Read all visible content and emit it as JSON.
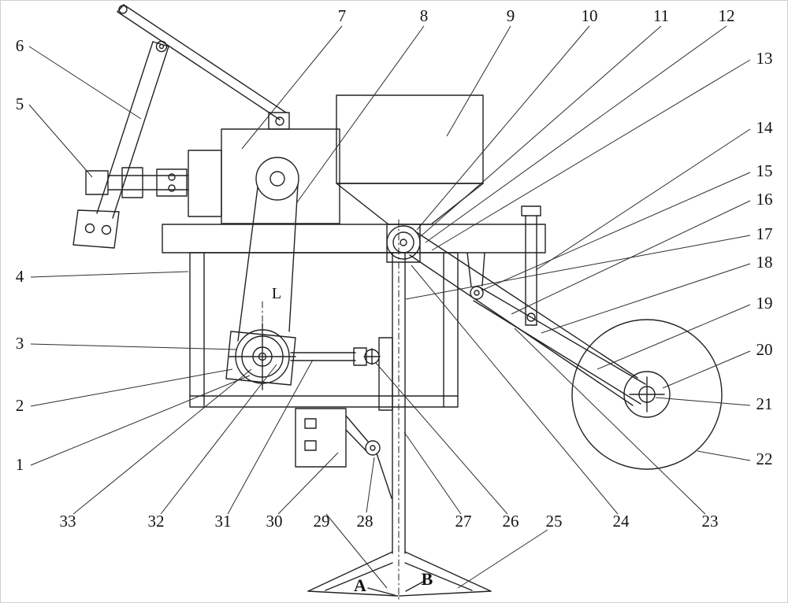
{
  "colors": {
    "ink": "#222222",
    "background": "#ffffff"
  },
  "figure": {
    "callouts": {
      "n1": "1",
      "n2": "2",
      "n3": "3",
      "n4": "4",
      "n5": "5",
      "n6": "6",
      "n7": "7",
      "n8": "8",
      "n9": "9",
      "n10": "10",
      "n11": "11",
      "n12": "12",
      "n13": "13",
      "n14": "14",
      "n15": "15",
      "n16": "16",
      "n17": "17",
      "n18": "18",
      "n19": "19",
      "n20": "20",
      "n21": "21",
      "n22": "22",
      "n23": "23",
      "n24": "24",
      "n25": "25",
      "n26": "26",
      "n27": "27",
      "n28": "28",
      "n29": "29",
      "n30": "30",
      "n31": "31",
      "n32": "32",
      "n33": "33"
    },
    "letters": {
      "L": "L",
      "A": "A",
      "B": "B"
    }
  }
}
